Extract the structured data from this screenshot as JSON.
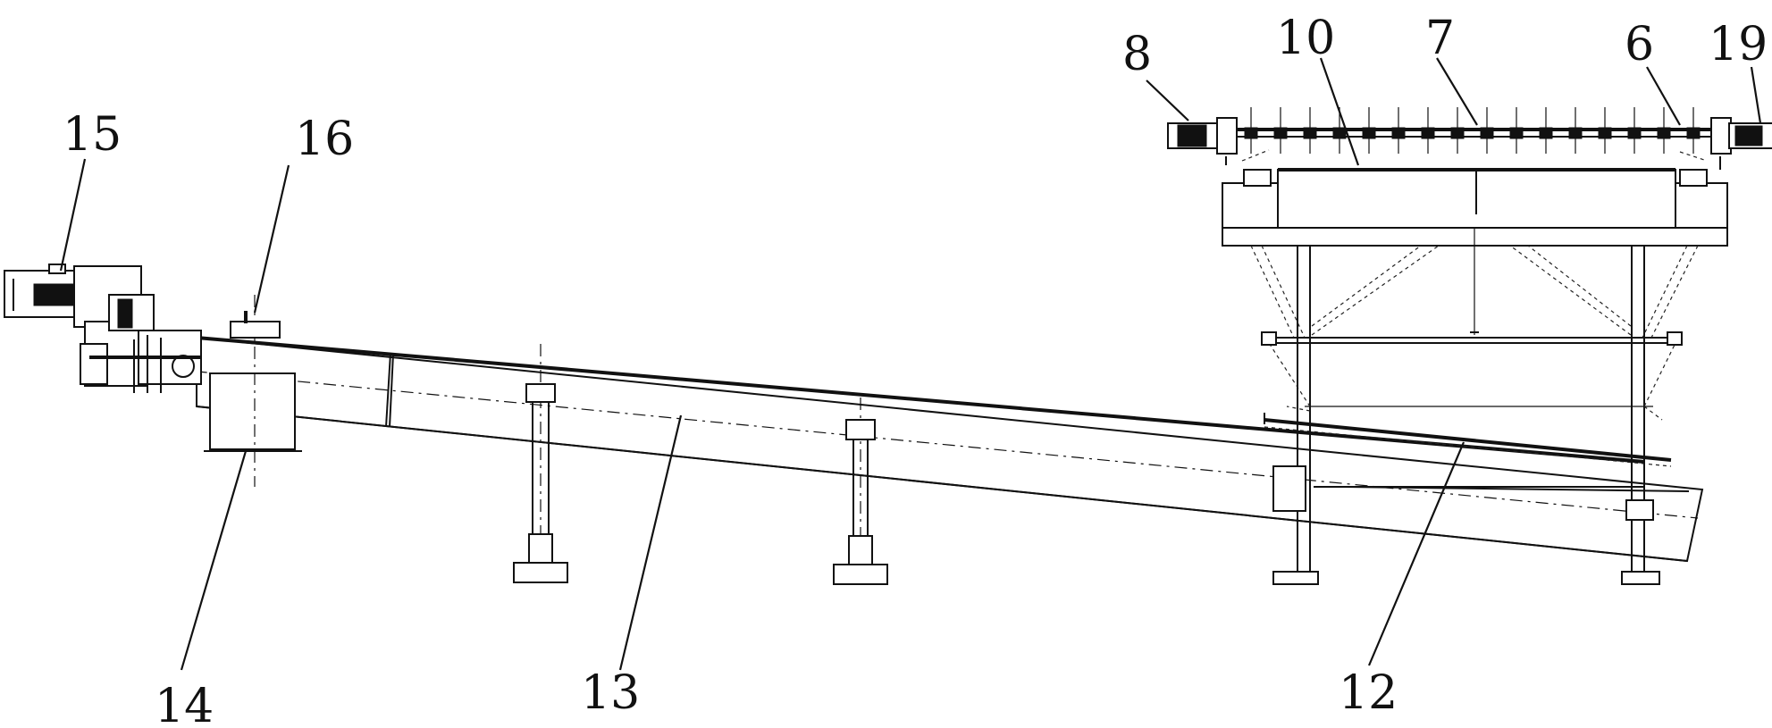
{
  "labels": {
    "l15": "15",
    "l16": "16",
    "l14": "14",
    "l13": "13",
    "l12": "12",
    "l8": "8",
    "l10": "10",
    "l7": "7",
    "l6": "6",
    "l19": "19"
  },
  "icons": {
    "motor": "motor-icon",
    "gearbox": "gearbox-icon"
  },
  "colors": {
    "line": "#111111",
    "background": "#ffffff"
  }
}
